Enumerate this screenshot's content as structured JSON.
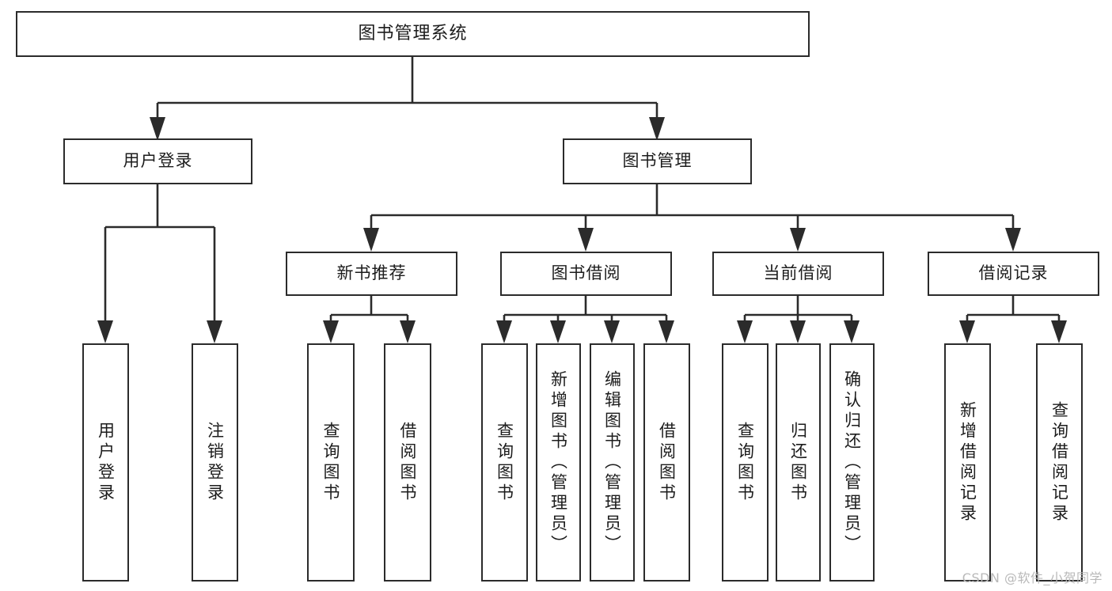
{
  "diagram": {
    "title": "图书管理系统",
    "watermark": "CSDN @软件_小贺同学",
    "line_color": "#2b2b2b",
    "box_fill": "#ffffff",
    "text_color": "#1c1c1c",
    "watermark_color": "#b9b9b9"
  },
  "chart_data": {
    "type": "tree",
    "title": "图书管理系统",
    "orientation": "top-down",
    "levels": 4,
    "nodes": [
      {
        "id": "root",
        "label": "图书管理系统",
        "level": 0,
        "parent": null,
        "orientation": "horizontal"
      },
      {
        "id": "login",
        "label": "用户登录",
        "level": 1,
        "parent": "root",
        "orientation": "horizontal"
      },
      {
        "id": "bookmgmt",
        "label": "图书管理",
        "level": 1,
        "parent": "root",
        "orientation": "horizontal"
      },
      {
        "id": "newbook",
        "label": "新书推荐",
        "level": 2,
        "parent": "bookmgmt",
        "orientation": "horizontal"
      },
      {
        "id": "borrow",
        "label": "图书借阅",
        "level": 2,
        "parent": "bookmgmt",
        "orientation": "horizontal"
      },
      {
        "id": "current",
        "label": "当前借阅",
        "level": 2,
        "parent": "bookmgmt",
        "orientation": "horizontal"
      },
      {
        "id": "records",
        "label": "借阅记录",
        "level": 2,
        "parent": "bookmgmt",
        "orientation": "horizontal"
      },
      {
        "id": "login-1",
        "label": "用户登录",
        "level": 2,
        "parent": "login",
        "orientation": "vertical"
      },
      {
        "id": "login-2",
        "label": "注销登录",
        "level": 2,
        "parent": "login",
        "orientation": "vertical"
      },
      {
        "id": "newbook-1",
        "label": "查询图书",
        "level": 3,
        "parent": "newbook",
        "orientation": "vertical"
      },
      {
        "id": "newbook-2",
        "label": "借阅图书",
        "level": 3,
        "parent": "newbook",
        "orientation": "vertical"
      },
      {
        "id": "borrow-1",
        "label": "查询图书",
        "level": 3,
        "parent": "borrow",
        "orientation": "vertical"
      },
      {
        "id": "borrow-2",
        "label": "新增图书（管理员）",
        "level": 3,
        "parent": "borrow",
        "orientation": "vertical"
      },
      {
        "id": "borrow-3",
        "label": "编辑图书（管理员）",
        "level": 3,
        "parent": "borrow",
        "orientation": "vertical"
      },
      {
        "id": "borrow-4",
        "label": "借阅图书",
        "level": 3,
        "parent": "borrow",
        "orientation": "vertical"
      },
      {
        "id": "current-1",
        "label": "查询图书",
        "level": 3,
        "parent": "current",
        "orientation": "vertical"
      },
      {
        "id": "current-2",
        "label": "归还图书",
        "level": 3,
        "parent": "current",
        "orientation": "vertical"
      },
      {
        "id": "current-3",
        "label": "确认归还（管理员）",
        "level": 3,
        "parent": "current",
        "orientation": "vertical"
      },
      {
        "id": "records-1",
        "label": "新增借阅记录",
        "level": 3,
        "parent": "records",
        "orientation": "vertical"
      },
      {
        "id": "records-2",
        "label": "查询借阅记录",
        "level": 3,
        "parent": "records",
        "orientation": "vertical"
      }
    ],
    "edges": [
      {
        "from": "root",
        "to": "login"
      },
      {
        "from": "root",
        "to": "bookmgmt"
      },
      {
        "from": "login",
        "to": "login-1"
      },
      {
        "from": "login",
        "to": "login-2"
      },
      {
        "from": "bookmgmt",
        "to": "newbook"
      },
      {
        "from": "bookmgmt",
        "to": "borrow"
      },
      {
        "from": "bookmgmt",
        "to": "current"
      },
      {
        "from": "bookmgmt",
        "to": "records"
      },
      {
        "from": "newbook",
        "to": "newbook-1"
      },
      {
        "from": "newbook",
        "to": "newbook-2"
      },
      {
        "from": "borrow",
        "to": "borrow-1"
      },
      {
        "from": "borrow",
        "to": "borrow-2"
      },
      {
        "from": "borrow",
        "to": "borrow-3"
      },
      {
        "from": "borrow",
        "to": "borrow-4"
      },
      {
        "from": "current",
        "to": "current-1"
      },
      {
        "from": "current",
        "to": "current-2"
      },
      {
        "from": "current",
        "to": "current-3"
      },
      {
        "from": "records",
        "to": "records-1"
      },
      {
        "from": "records",
        "to": "records-2"
      }
    ]
  }
}
